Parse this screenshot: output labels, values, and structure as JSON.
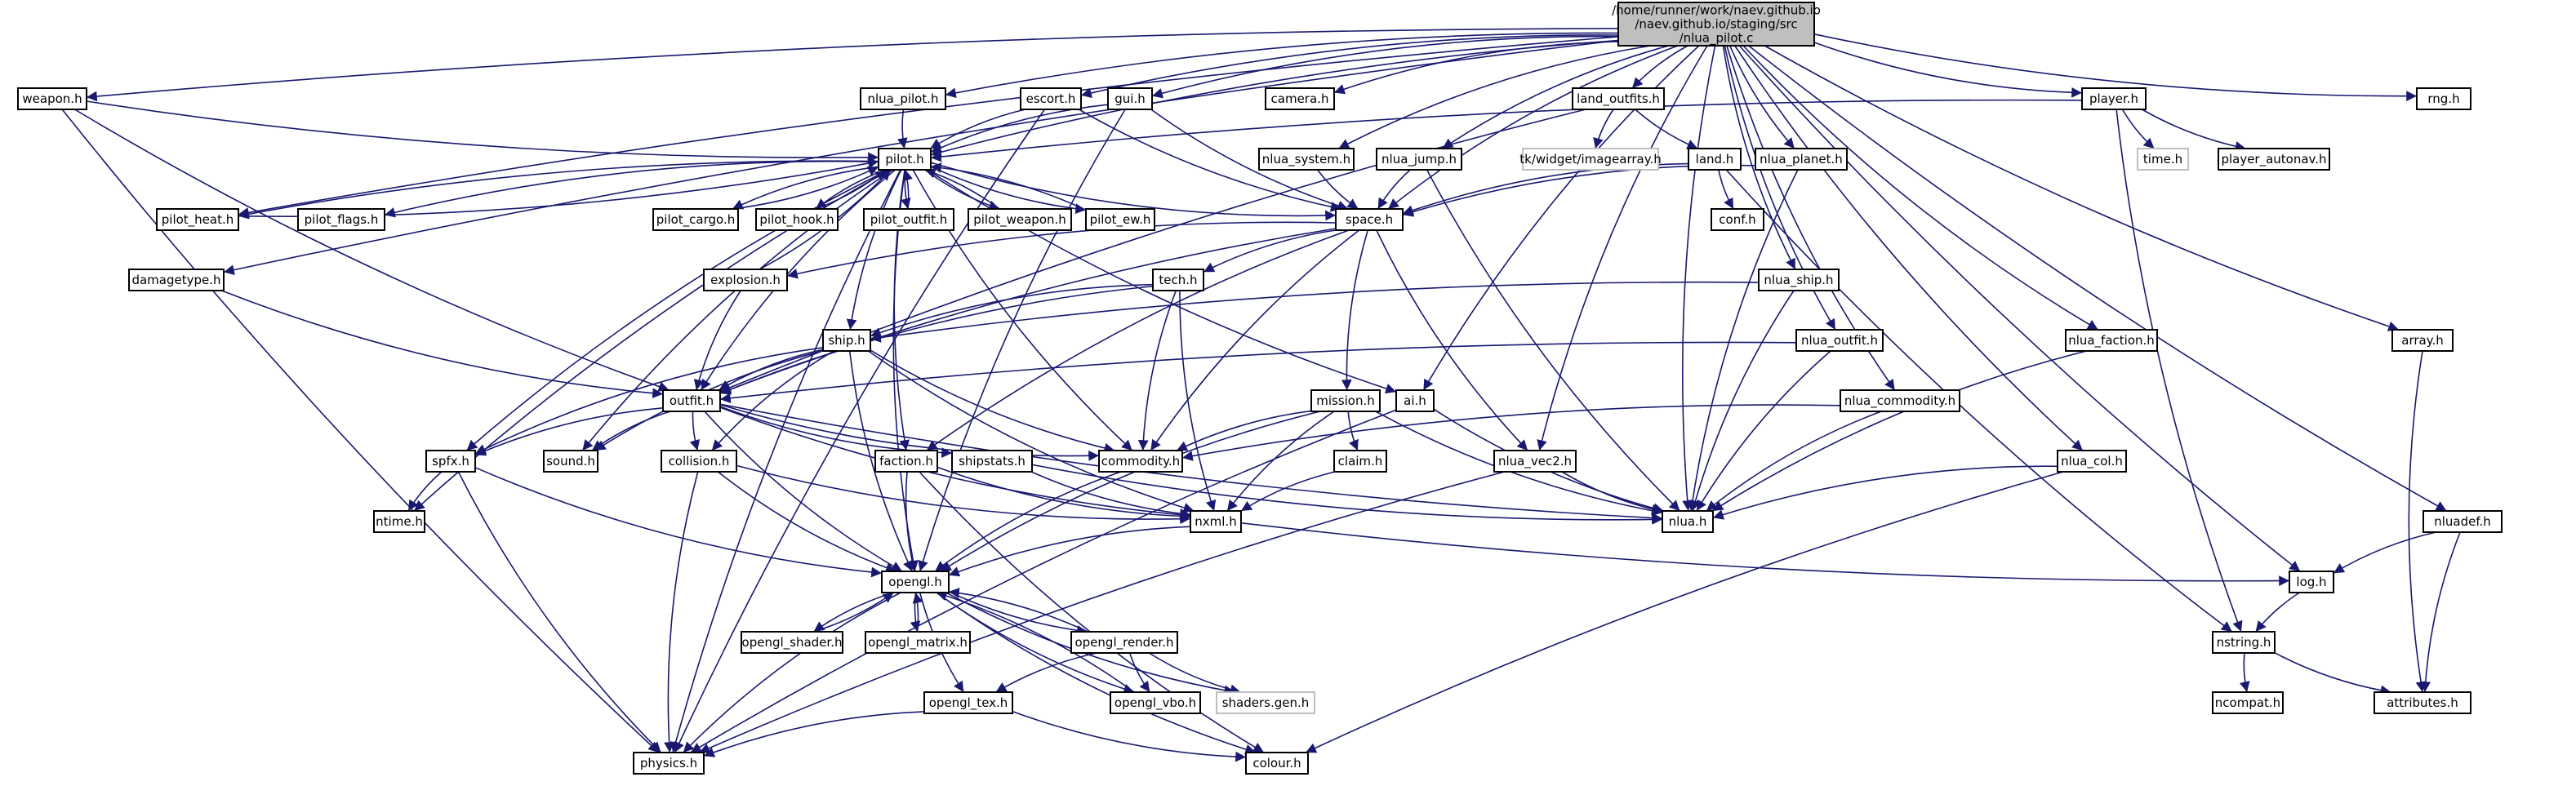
{
  "colors": {
    "edge": "#191970",
    "border": "#000000",
    "root_fill": "#bfbfbf",
    "node_fill": "#ffffff",
    "missing_border": "#bfbfbf",
    "text": "#000000"
  },
  "nodes": [
    {
      "id": "root",
      "label": [
        "/home/runner/work/naev.github.io",
        "/naev.github.io/staging/src",
        "/nlua_pilot.c"
      ],
      "root": true
    },
    {
      "id": "weapon",
      "label": [
        "weapon.h"
      ]
    },
    {
      "id": "nlua_pilot",
      "label": [
        "nlua_pilot.h"
      ]
    },
    {
      "id": "escort",
      "label": [
        "escort.h"
      ]
    },
    {
      "id": "gui",
      "label": [
        "gui.h"
      ]
    },
    {
      "id": "camera",
      "label": [
        "camera.h"
      ]
    },
    {
      "id": "land_outfits",
      "label": [
        "land_outfits.h"
      ]
    },
    {
      "id": "player",
      "label": [
        "player.h"
      ]
    },
    {
      "id": "rng",
      "label": [
        "rng.h"
      ]
    },
    {
      "id": "pilot",
      "label": [
        "pilot.h"
      ]
    },
    {
      "id": "nlua_system",
      "label": [
        "nlua_system.h"
      ]
    },
    {
      "id": "nlua_jump",
      "label": [
        "nlua_jump.h"
      ]
    },
    {
      "id": "imagearray",
      "label": [
        "tk/widget/imagearray.h"
      ],
      "missing": true
    },
    {
      "id": "land",
      "label": [
        "land.h"
      ]
    },
    {
      "id": "nlua_planet",
      "label": [
        "nlua_planet.h"
      ]
    },
    {
      "id": "time",
      "label": [
        "time.h"
      ],
      "missing": true
    },
    {
      "id": "player_autonav",
      "label": [
        "player_autonav.h"
      ]
    },
    {
      "id": "pilot_heat",
      "label": [
        "pilot_heat.h"
      ]
    },
    {
      "id": "pilot_flags",
      "label": [
        "pilot_flags.h"
      ]
    },
    {
      "id": "pilot_cargo",
      "label": [
        "pilot_cargo.h"
      ]
    },
    {
      "id": "pilot_hook",
      "label": [
        "pilot_hook.h"
      ]
    },
    {
      "id": "pilot_outfit",
      "label": [
        "pilot_outfit.h"
      ]
    },
    {
      "id": "pilot_weapon",
      "label": [
        "pilot_weapon.h"
      ]
    },
    {
      "id": "pilot_ew",
      "label": [
        "pilot_ew.h"
      ]
    },
    {
      "id": "space",
      "label": [
        "space.h"
      ]
    },
    {
      "id": "conf",
      "label": [
        "conf.h"
      ]
    },
    {
      "id": "damagetype",
      "label": [
        "damagetype.h"
      ]
    },
    {
      "id": "explosion",
      "label": [
        "explosion.h"
      ]
    },
    {
      "id": "tech",
      "label": [
        "tech.h"
      ]
    },
    {
      "id": "nlua_ship",
      "label": [
        "nlua_ship.h"
      ]
    },
    {
      "id": "ship",
      "label": [
        "ship.h"
      ]
    },
    {
      "id": "nlua_outfit",
      "label": [
        "nlua_outfit.h"
      ]
    },
    {
      "id": "nlua_faction",
      "label": [
        "nlua_faction.h"
      ]
    },
    {
      "id": "array",
      "label": [
        "array.h"
      ]
    },
    {
      "id": "outfit",
      "label": [
        "outfit.h"
      ]
    },
    {
      "id": "mission",
      "label": [
        "mission.h"
      ]
    },
    {
      "id": "ai",
      "label": [
        "ai.h"
      ]
    },
    {
      "id": "nlua_commodity",
      "label": [
        "nlua_commodity.h"
      ]
    },
    {
      "id": "spfx",
      "label": [
        "spfx.h"
      ]
    },
    {
      "id": "sound",
      "label": [
        "sound.h"
      ]
    },
    {
      "id": "collision",
      "label": [
        "collision.h"
      ]
    },
    {
      "id": "faction",
      "label": [
        "faction.h"
      ]
    },
    {
      "id": "shipstats",
      "label": [
        "shipstats.h"
      ]
    },
    {
      "id": "commodity",
      "label": [
        "commodity.h"
      ]
    },
    {
      "id": "claim",
      "label": [
        "claim.h"
      ]
    },
    {
      "id": "nlua_vec2",
      "label": [
        "nlua_vec2.h"
      ]
    },
    {
      "id": "nlua_col",
      "label": [
        "nlua_col.h"
      ]
    },
    {
      "id": "ntime",
      "label": [
        "ntime.h"
      ]
    },
    {
      "id": "nxml",
      "label": [
        "nxml.h"
      ]
    },
    {
      "id": "nlua",
      "label": [
        "nlua.h"
      ]
    },
    {
      "id": "nluadef",
      "label": [
        "nluadef.h"
      ]
    },
    {
      "id": "opengl",
      "label": [
        "opengl.h"
      ]
    },
    {
      "id": "log",
      "label": [
        "log.h"
      ]
    },
    {
      "id": "opengl_shader",
      "label": [
        "opengl_shader.h"
      ]
    },
    {
      "id": "opengl_matrix",
      "label": [
        "opengl_matrix.h"
      ]
    },
    {
      "id": "opengl_render",
      "label": [
        "opengl_render.h"
      ]
    },
    {
      "id": "nstring",
      "label": [
        "nstring.h"
      ]
    },
    {
      "id": "opengl_tex",
      "label": [
        "opengl_tex.h"
      ]
    },
    {
      "id": "opengl_vbo",
      "label": [
        "opengl_vbo.h"
      ]
    },
    {
      "id": "shaders_gen",
      "label": [
        "shaders.gen.h"
      ],
      "missing": true
    },
    {
      "id": "ncompat",
      "label": [
        "ncompat.h"
      ]
    },
    {
      "id": "attributes",
      "label": [
        "attributes.h"
      ]
    },
    {
      "id": "physics",
      "label": [
        "physics.h"
      ]
    },
    {
      "id": "colour",
      "label": [
        "colour.h"
      ]
    }
  ],
  "edges": [
    [
      "root",
      "weapon"
    ],
    [
      "root",
      "nlua_pilot"
    ],
    [
      "root",
      "escort"
    ],
    [
      "root",
      "gui"
    ],
    [
      "root",
      "camera"
    ],
    [
      "root",
      "land_outfits"
    ],
    [
      "root",
      "player"
    ],
    [
      "root",
      "rng"
    ],
    [
      "root",
      "pilot"
    ],
    [
      "root",
      "pilot_heat"
    ],
    [
      "root",
      "damagetype"
    ],
    [
      "root",
      "space"
    ],
    [
      "root",
      "nlua_system"
    ],
    [
      "root",
      "nlua_jump"
    ],
    [
      "root",
      "nlua_planet"
    ],
    [
      "root",
      "nlua_ship"
    ],
    [
      "root",
      "nlua_outfit"
    ],
    [
      "root",
      "nlua_commodity"
    ],
    [
      "root",
      "nlua_faction"
    ],
    [
      "root",
      "nlua_col"
    ],
    [
      "root",
      "nlua_vec2"
    ],
    [
      "root",
      "nlua"
    ],
    [
      "root",
      "nluadef"
    ],
    [
      "root",
      "log"
    ],
    [
      "root",
      "array"
    ],
    [
      "root",
      "ai"
    ],
    [
      "weapon",
      "pilot"
    ],
    [
      "weapon",
      "outfit"
    ],
    [
      "weapon",
      "physics"
    ],
    [
      "nlua_pilot",
      "pilot"
    ],
    [
      "escort",
      "pilot"
    ],
    [
      "escort",
      "space"
    ],
    [
      "escort",
      "physics"
    ],
    [
      "gui",
      "pilot"
    ],
    [
      "gui",
      "space"
    ],
    [
      "gui",
      "opengl"
    ],
    [
      "land_outfits",
      "imagearray"
    ],
    [
      "land_outfits",
      "land"
    ],
    [
      "land_outfits",
      "outfit"
    ],
    [
      "land",
      "conf"
    ],
    [
      "land",
      "space"
    ],
    [
      "land",
      "nstring"
    ],
    [
      "player",
      "pilot"
    ],
    [
      "player",
      "time"
    ],
    [
      "player",
      "player_autonav"
    ],
    [
      "player",
      "nstring"
    ],
    [
      "pilot",
      "pilot_heat"
    ],
    [
      "pilot",
      "pilot_flags"
    ],
    [
      "pilot",
      "pilot_cargo"
    ],
    [
      "pilot",
      "pilot_hook"
    ],
    [
      "pilot",
      "pilot_outfit"
    ],
    [
      "pilot",
      "pilot_weapon"
    ],
    [
      "pilot",
      "pilot_ew"
    ],
    [
      "pilot",
      "space"
    ],
    [
      "pilot",
      "ship"
    ],
    [
      "pilot",
      "outfit"
    ],
    [
      "pilot",
      "ai"
    ],
    [
      "pilot",
      "spfx"
    ],
    [
      "pilot",
      "sound"
    ],
    [
      "pilot",
      "ntime"
    ],
    [
      "pilot",
      "faction"
    ],
    [
      "pilot",
      "commodity"
    ],
    [
      "pilot",
      "physics"
    ],
    [
      "pilot",
      "opengl"
    ],
    [
      "pilot_heat",
      "pilot"
    ],
    [
      "pilot_cargo",
      "pilot"
    ],
    [
      "pilot_hook",
      "pilot"
    ],
    [
      "pilot_outfit",
      "pilot"
    ],
    [
      "pilot_weapon",
      "pilot"
    ],
    [
      "pilot_ew",
      "pilot"
    ],
    [
      "explosion",
      "pilot"
    ],
    [
      "explosion",
      "outfit"
    ],
    [
      "space",
      "explosion"
    ],
    [
      "space",
      "tech"
    ],
    [
      "space",
      "mission"
    ],
    [
      "space",
      "commodity"
    ],
    [
      "space",
      "faction"
    ],
    [
      "space",
      "outfit"
    ],
    [
      "space",
      "nlua_vec2"
    ],
    [
      "nlua_system",
      "space"
    ],
    [
      "nlua_jump",
      "space"
    ],
    [
      "nlua_jump",
      "nlua"
    ],
    [
      "nlua_planet",
      "space"
    ],
    [
      "nlua_planet",
      "nlua"
    ],
    [
      "tech",
      "ship"
    ],
    [
      "tech",
      "outfit"
    ],
    [
      "tech",
      "commodity"
    ],
    [
      "tech",
      "nxml"
    ],
    [
      "nlua_ship",
      "ship"
    ],
    [
      "nlua_ship",
      "nlua"
    ],
    [
      "ship",
      "outfit"
    ],
    [
      "ship",
      "collision"
    ],
    [
      "ship",
      "sound"
    ],
    [
      "ship",
      "spfx"
    ],
    [
      "ship",
      "commodity"
    ],
    [
      "ship",
      "opengl"
    ],
    [
      "ship",
      "nxml"
    ],
    [
      "nlua_outfit",
      "outfit"
    ],
    [
      "nlua_outfit",
      "nlua"
    ],
    [
      "nlua_faction",
      "nlua"
    ],
    [
      "array",
      "attributes"
    ],
    [
      "damagetype",
      "outfit"
    ],
    [
      "outfit",
      "collision"
    ],
    [
      "outfit",
      "spfx"
    ],
    [
      "outfit",
      "sound"
    ],
    [
      "outfit",
      "commodity"
    ],
    [
      "outfit",
      "shipstats"
    ],
    [
      "outfit",
      "opengl"
    ],
    [
      "outfit",
      "nlua"
    ],
    [
      "outfit",
      "nxml"
    ],
    [
      "mission",
      "commodity"
    ],
    [
      "mission",
      "claim"
    ],
    [
      "mission",
      "nxml"
    ],
    [
      "mission",
      "opengl"
    ],
    [
      "mission",
      "nlua"
    ],
    [
      "ai",
      "physics"
    ],
    [
      "ai",
      "nlua"
    ],
    [
      "nlua_commodity",
      "commodity"
    ],
    [
      "nlua_commodity",
      "nlua"
    ],
    [
      "spfx",
      "ntime"
    ],
    [
      "spfx",
      "opengl"
    ],
    [
      "spfx",
      "physics"
    ],
    [
      "collision",
      "opengl"
    ],
    [
      "collision",
      "physics"
    ],
    [
      "collision",
      "nxml"
    ],
    [
      "faction",
      "opengl"
    ],
    [
      "faction",
      "nxml"
    ],
    [
      "faction",
      "colour"
    ],
    [
      "shipstats",
      "nxml"
    ],
    [
      "shipstats",
      "nlua"
    ],
    [
      "commodity",
      "opengl"
    ],
    [
      "claim",
      "nxml"
    ],
    [
      "nlua_vec2",
      "nlua"
    ],
    [
      "nlua_vec2",
      "physics"
    ],
    [
      "nlua_col",
      "nlua"
    ],
    [
      "nlua_col",
      "colour"
    ],
    [
      "nluadef",
      "log"
    ],
    [
      "nluadef",
      "attributes"
    ],
    [
      "nxml",
      "opengl"
    ],
    [
      "nxml",
      "log"
    ],
    [
      "opengl",
      "opengl_shader"
    ],
    [
      "opengl",
      "opengl_matrix"
    ],
    [
      "opengl",
      "opengl_render"
    ],
    [
      "opengl",
      "opengl_tex"
    ],
    [
      "opengl",
      "opengl_vbo"
    ],
    [
      "opengl",
      "shaders_gen"
    ],
    [
      "opengl",
      "physics"
    ],
    [
      "opengl",
      "colour"
    ],
    [
      "opengl_shader",
      "opengl"
    ],
    [
      "opengl_matrix",
      "opengl"
    ],
    [
      "opengl_render",
      "opengl"
    ],
    [
      "opengl_vbo",
      "opengl"
    ],
    [
      "opengl_render",
      "opengl_tex"
    ],
    [
      "opengl_render",
      "opengl_vbo"
    ],
    [
      "opengl_render",
      "shaders_gen"
    ],
    [
      "opengl_tex",
      "physics"
    ],
    [
      "opengl_tex",
      "colour"
    ],
    [
      "log",
      "nstring"
    ],
    [
      "nstring",
      "ncompat"
    ],
    [
      "nstring",
      "attributes"
    ]
  ]
}
